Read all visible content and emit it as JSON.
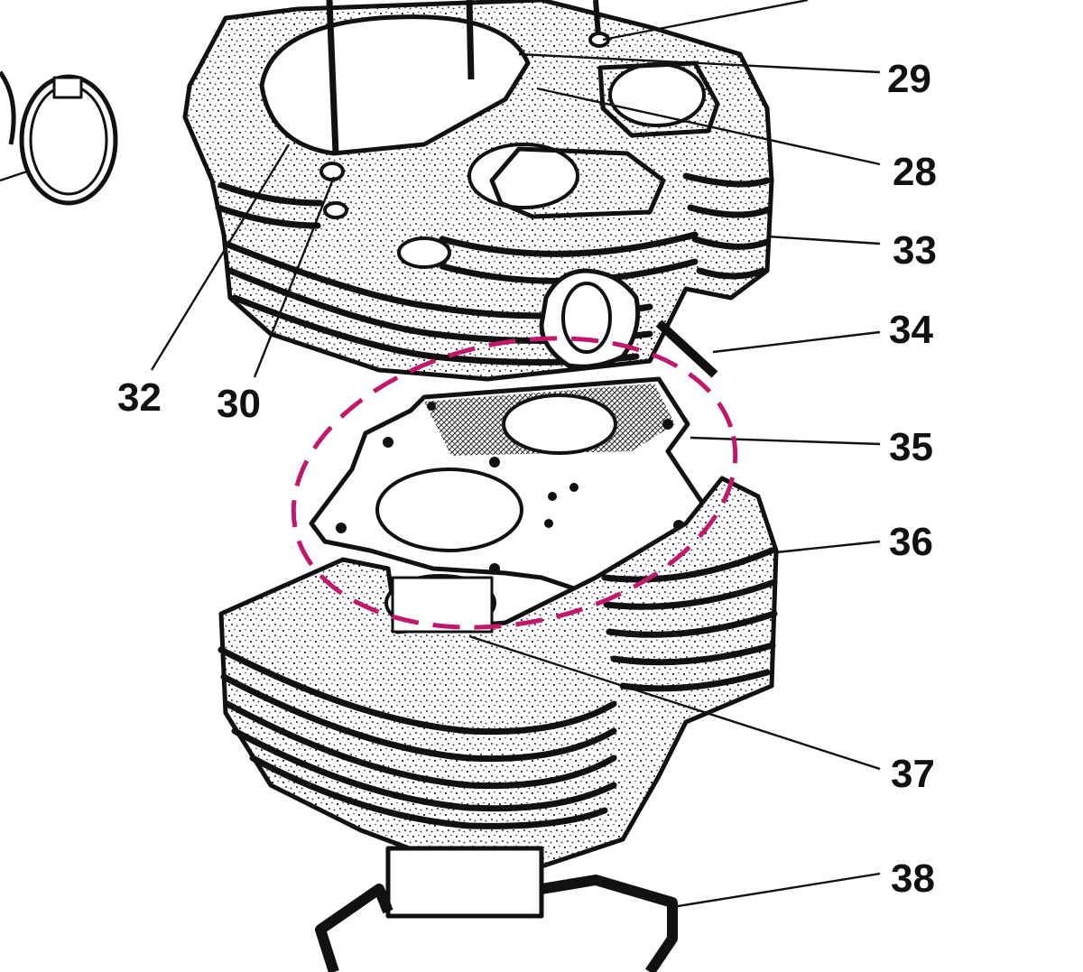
{
  "diagram": {
    "callouts": [
      {
        "id": "29",
        "label": "29"
      },
      {
        "id": "28",
        "label": "28"
      },
      {
        "id": "33",
        "label": "33"
      },
      {
        "id": "34",
        "label": "34"
      },
      {
        "id": "35",
        "label": "35"
      },
      {
        "id": "36",
        "label": "36"
      },
      {
        "id": "37",
        "label": "37"
      },
      {
        "id": "38",
        "label": "38"
      },
      {
        "id": "32",
        "label": "32"
      },
      {
        "id": "30",
        "label": "30"
      }
    ],
    "highlight": {
      "target": "35",
      "color": "#c2186b"
    }
  }
}
